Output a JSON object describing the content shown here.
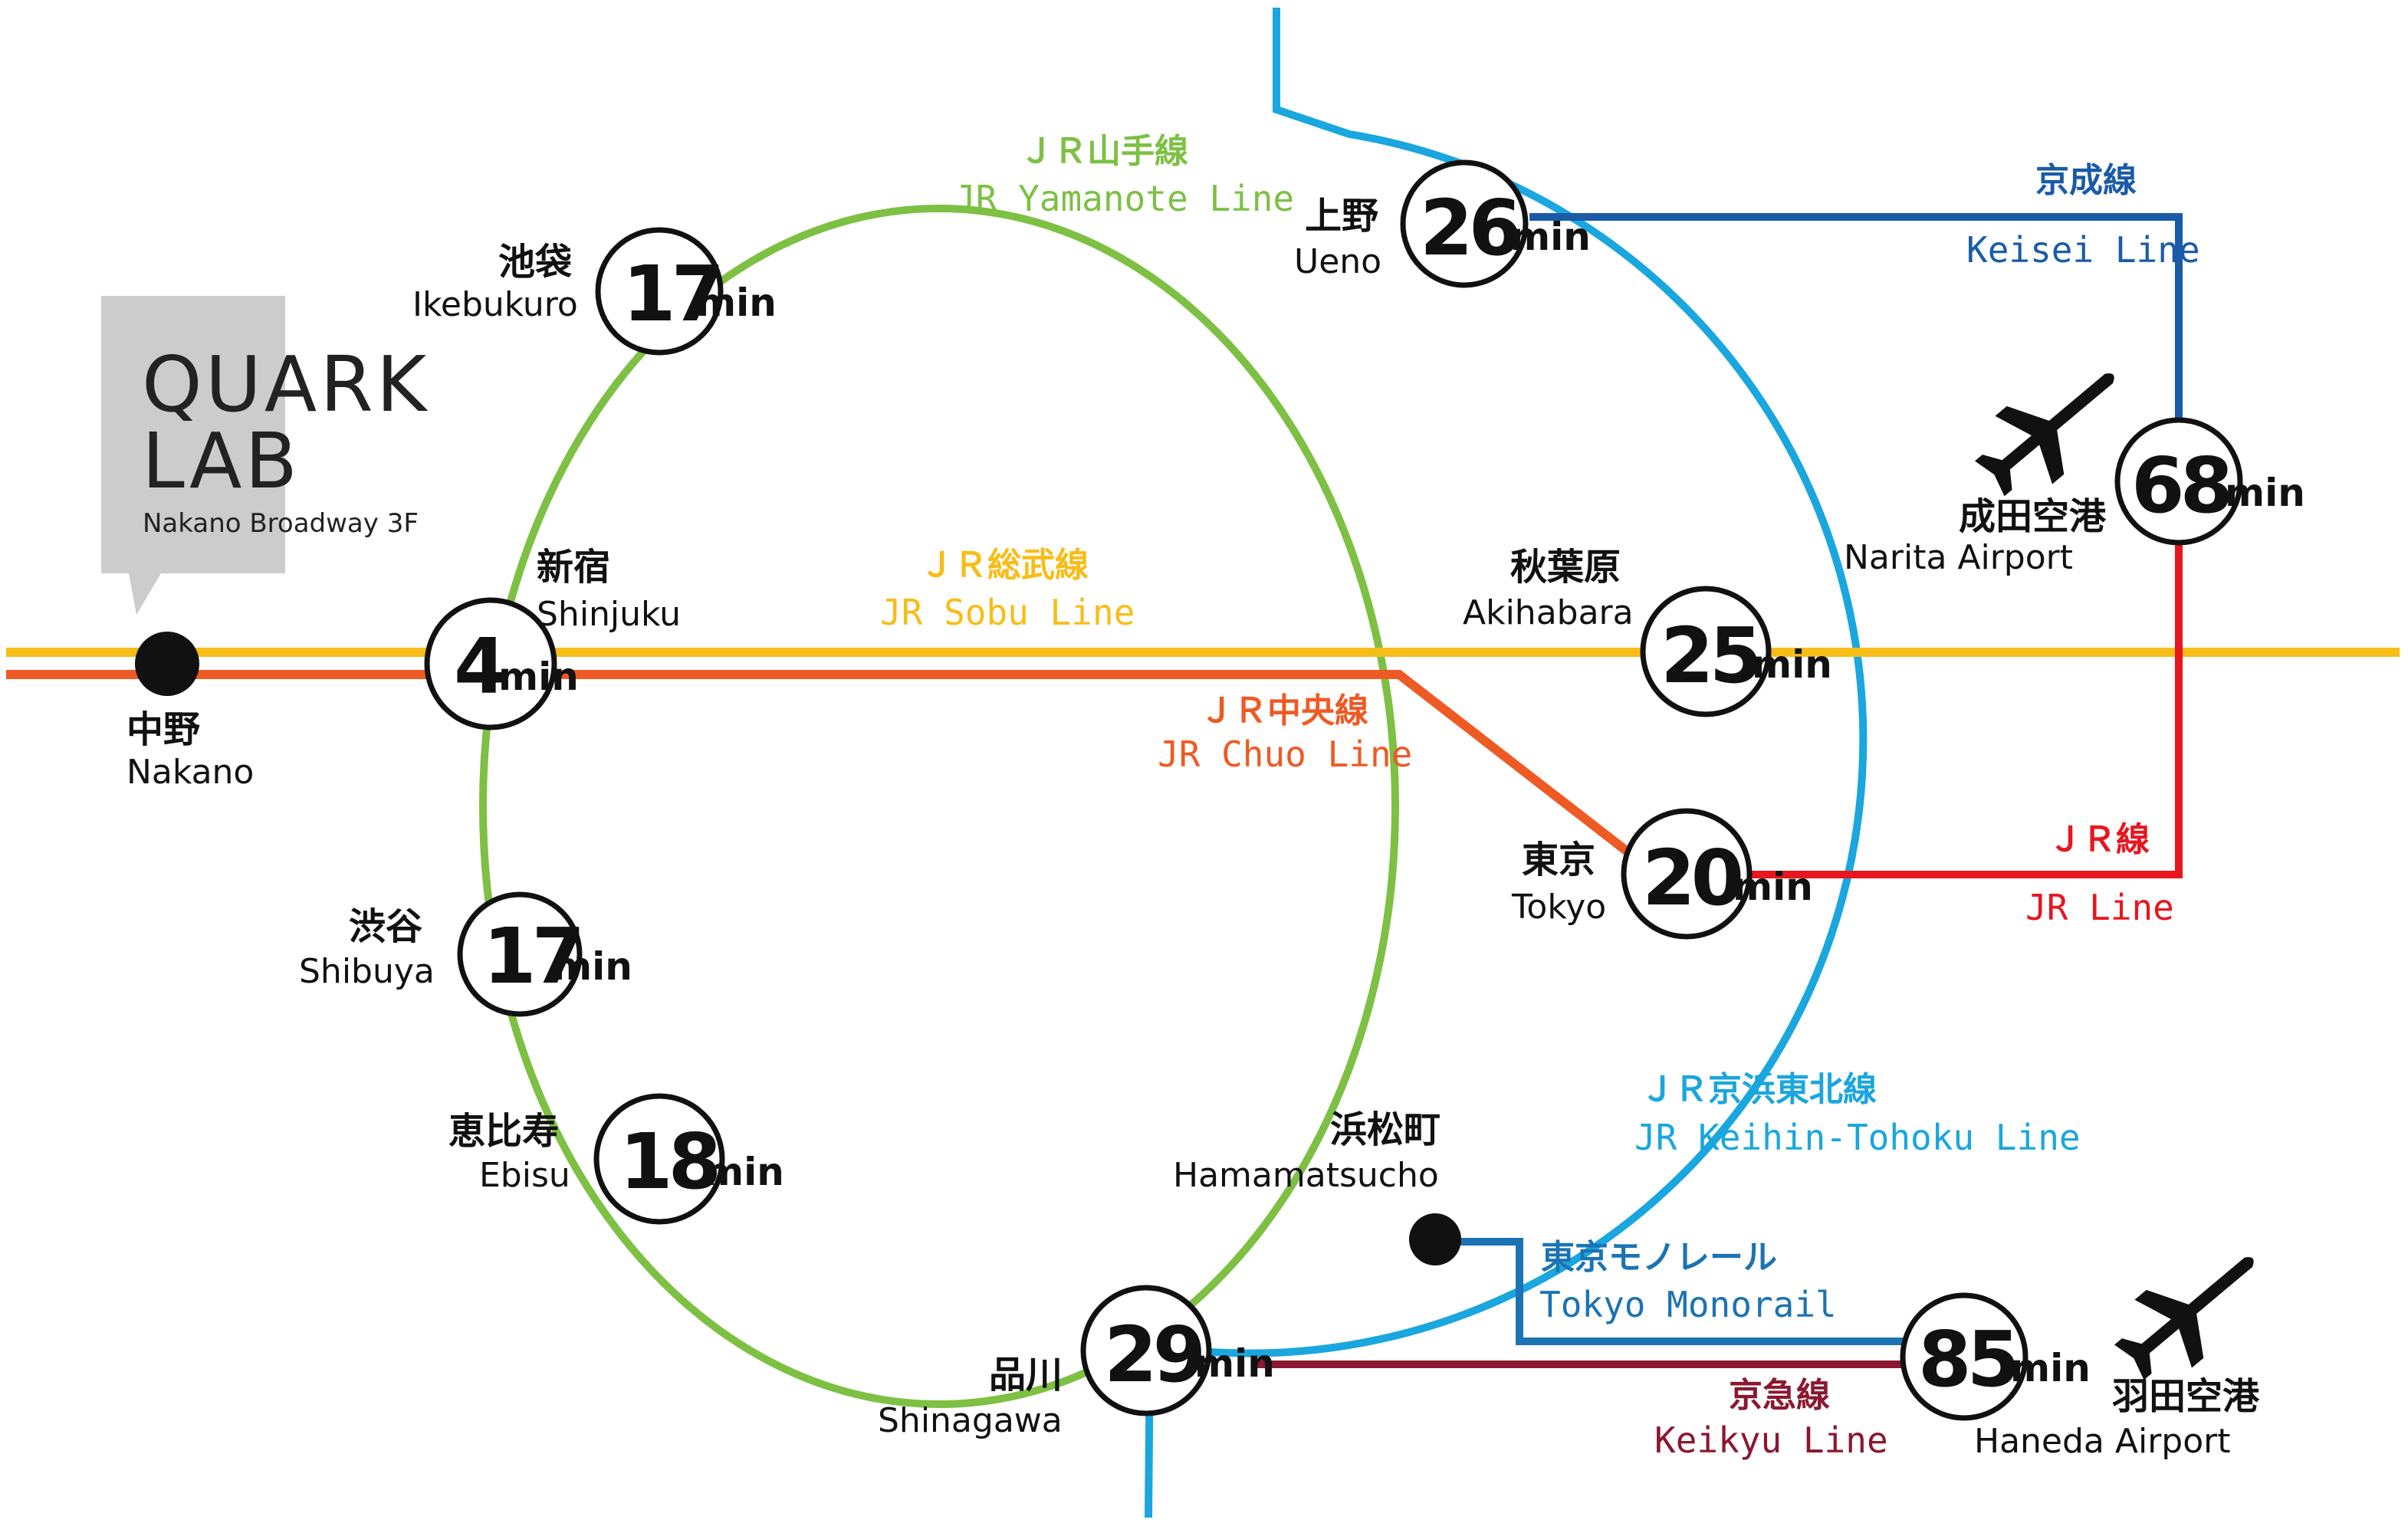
{
  "colors": {
    "yamanote": "#7dc043",
    "sobu": "#f7bd18",
    "chuo": "#ee5a24",
    "keihin": "#1aa6de",
    "keisei": "#1a5ba8",
    "jr_line": "#e7161f",
    "monorail": "#1b73b3",
    "keikyu": "#8a1830",
    "logo_box": "#cccccc"
  },
  "logo": {
    "line1": "QUARK",
    "line2": "LAB",
    "subtitle": "Nakano Broadway 3F"
  },
  "lines": {
    "yamanote": {
      "jp": "ＪＲ山手線",
      "en": "JR Yamanote Line"
    },
    "sobu": {
      "jp": "ＪＲ総武線",
      "en": "JR Sobu Line"
    },
    "chuo": {
      "jp": "ＪＲ中央線",
      "en": "JR Chuo Line"
    },
    "keihin": {
      "jp": "ＪＲ京浜東北線",
      "en": "JR Keihin-Tohoku Line"
    },
    "keisei": {
      "jp": "京成線",
      "en": "Keisei Line"
    },
    "jr_line": {
      "jp": "ＪＲ線",
      "en": "JR Line"
    },
    "monorail": {
      "jp": "東京モノレール",
      "en": "Tokyo Monorail"
    },
    "keikyu": {
      "jp": "京急線",
      "en": "Keikyu Line"
    }
  },
  "stations": {
    "nakano": {
      "jp": "中野",
      "en": "Nakano"
    },
    "shinjuku": {
      "jp": "新宿",
      "en": "Shinjuku",
      "time": "4",
      "unit": "min"
    },
    "ikebukuro": {
      "jp": "池袋",
      "en": "Ikebukuro",
      "time": "17",
      "unit": "min"
    },
    "ueno": {
      "jp": "上野",
      "en": "Ueno",
      "time": "26",
      "unit": "min"
    },
    "akihabara": {
      "jp": "秋葉原",
      "en": "Akihabara",
      "time": "25",
      "unit": "min"
    },
    "tokyo": {
      "jp": "東京",
      "en": "Tokyo",
      "time": "20",
      "unit": "min"
    },
    "shibuya": {
      "jp": "渋谷",
      "en": "Shibuya",
      "time": "17",
      "unit": "min"
    },
    "ebisu": {
      "jp": "恵比寿",
      "en": "Ebisu",
      "time": "18",
      "unit": "min"
    },
    "shinagawa": {
      "jp": "品川",
      "en": "Shinagawa",
      "time": "29",
      "unit": "min"
    },
    "hamamatsucho": {
      "jp": "浜松町",
      "en": "Hamamatsucho"
    },
    "narita": {
      "jp": "成田空港",
      "en": "Narita Airport",
      "time": "68",
      "unit": "min"
    },
    "haneda": {
      "jp": "羽田空港",
      "en": "Haneda Airport",
      "time": "85",
      "unit": "min"
    }
  },
  "icons": {
    "airplane": "airplane-icon",
    "station_dot": "station-dot-icon"
  }
}
